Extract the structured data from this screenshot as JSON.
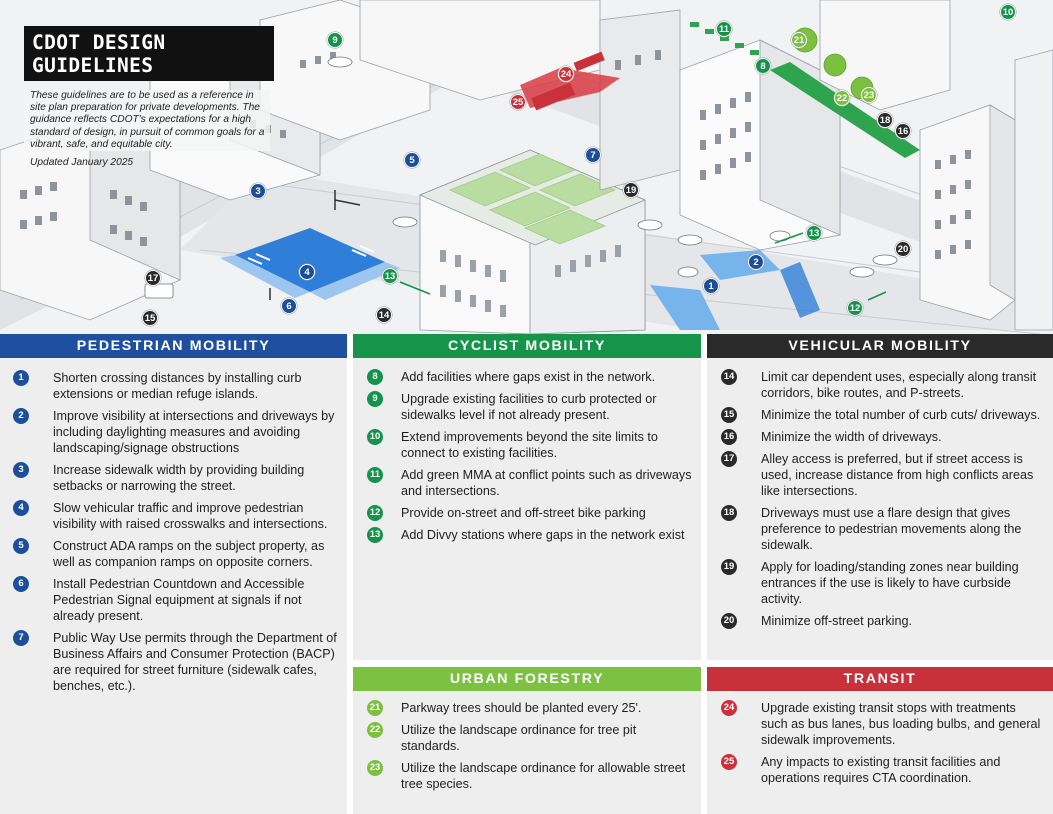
{
  "title": "CDOT DESIGN GUIDELINES",
  "intro": "These guidelines are to be used as a reference in site plan preparation for private developments. The guidance reflects CDOT's expectations for a high standard of design, in pursuit of common goals for a vibrant, safe, and equitable city.",
  "updated": "Updated January 2025",
  "colors": {
    "pedestrian": "#1f4f9f",
    "cyclist": "#15944a",
    "vehicular": "#2a2a2a",
    "urban_forestry": "#7dc142",
    "transit": "#c8313a"
  },
  "illustration": {
    "markers": [
      "1",
      "2",
      "3",
      "4",
      "5",
      "6",
      "7",
      "8",
      "9",
      "10",
      "11",
      "12",
      "13",
      "13",
      "14",
      "15",
      "16",
      "17",
      "18",
      "19",
      "20",
      "21",
      "22",
      "23",
      "24",
      "25"
    ]
  },
  "sections": {
    "pedestrian": {
      "title": "PEDESTRIAN MOBILITY",
      "items": [
        {
          "num": "1",
          "text": "Shorten crossing distances by installing curb extensions or median refuge islands."
        },
        {
          "num": "2",
          "text": "Improve visibility at intersections and driveways by including daylighting measures and avoiding landscaping/signage obstructions"
        },
        {
          "num": "3",
          "text": "Increase sidewalk width by providing building setbacks or narrowing the street."
        },
        {
          "num": "4",
          "text": "Slow vehicular traffic and improve pedestrian visibility with raised crosswalks and intersections."
        },
        {
          "num": "5",
          "text": "Construct ADA ramps on the subject property, as well as companion ramps on opposite corners."
        },
        {
          "num": "6",
          "text": "Install Pedestrian Countdown and Accessible Pedestrian Signal equipment at signals if not already present."
        },
        {
          "num": "7",
          "text": "Public Way Use permits through the Department of Business Affairs and Consumer Protection (BACP) are required for street furniture (sidewalk cafes, benches, etc.)."
        }
      ]
    },
    "cyclist": {
      "title": "CYCLIST MOBILITY",
      "items": [
        {
          "num": "8",
          "text": "Add facilities where gaps exist in the network."
        },
        {
          "num": "9",
          "text": "Upgrade existing facilities to curb protected or sidewalks level if not already present."
        },
        {
          "num": "10",
          "text": "Extend improvements beyond the site limits to connect to existing facilities."
        },
        {
          "num": "11",
          "text": "Add green MMA at conflict points such as driveways and intersections."
        },
        {
          "num": "12",
          "text": "Provide on-street and off-street bike parking"
        },
        {
          "num": "13",
          "text": "Add Divvy stations where gaps in the network exist"
        }
      ]
    },
    "vehicular": {
      "title": "VEHICULAR MOBILITY",
      "items": [
        {
          "num": "14",
          "text": "Limit car dependent uses, especially along transit corridors, bike routes, and P-streets."
        },
        {
          "num": "15",
          "text": "Minimize the total number of curb cuts/ driveways."
        },
        {
          "num": "16",
          "text": "Minimize the width of driveways."
        },
        {
          "num": "17",
          "text": "Alley access is preferred, but if street access is used, increase distance from high conflicts areas like intersections."
        },
        {
          "num": "18",
          "text": "Driveways must use a flare design that gives preference to pedestrian movements along the sidewalk."
        },
        {
          "num": "19",
          "text": "Apply for loading/standing zones near building entrances if the use is likely to have curbside activity."
        },
        {
          "num": "20",
          "text": "Minimize off-street parking."
        }
      ]
    },
    "urban_forestry": {
      "title": "URBAN FORESTRY",
      "items": [
        {
          "num": "21",
          "text": "Parkway trees should be planted every 25'."
        },
        {
          "num": "22",
          "text": "Utilize the landscape ordinance for tree pit standards."
        },
        {
          "num": "23",
          "text": "Utilize the landscape ordinance for allowable street tree species."
        }
      ]
    },
    "transit": {
      "title": "TRANSIT",
      "items": [
        {
          "num": "24",
          "text": "Upgrade existing transit stops with treatments such as bus lanes, bus loading bulbs, and general sidewalk improvements."
        },
        {
          "num": "25",
          "text": "Any impacts to existing transit facilities and operations requires CTA coordination."
        }
      ]
    }
  }
}
